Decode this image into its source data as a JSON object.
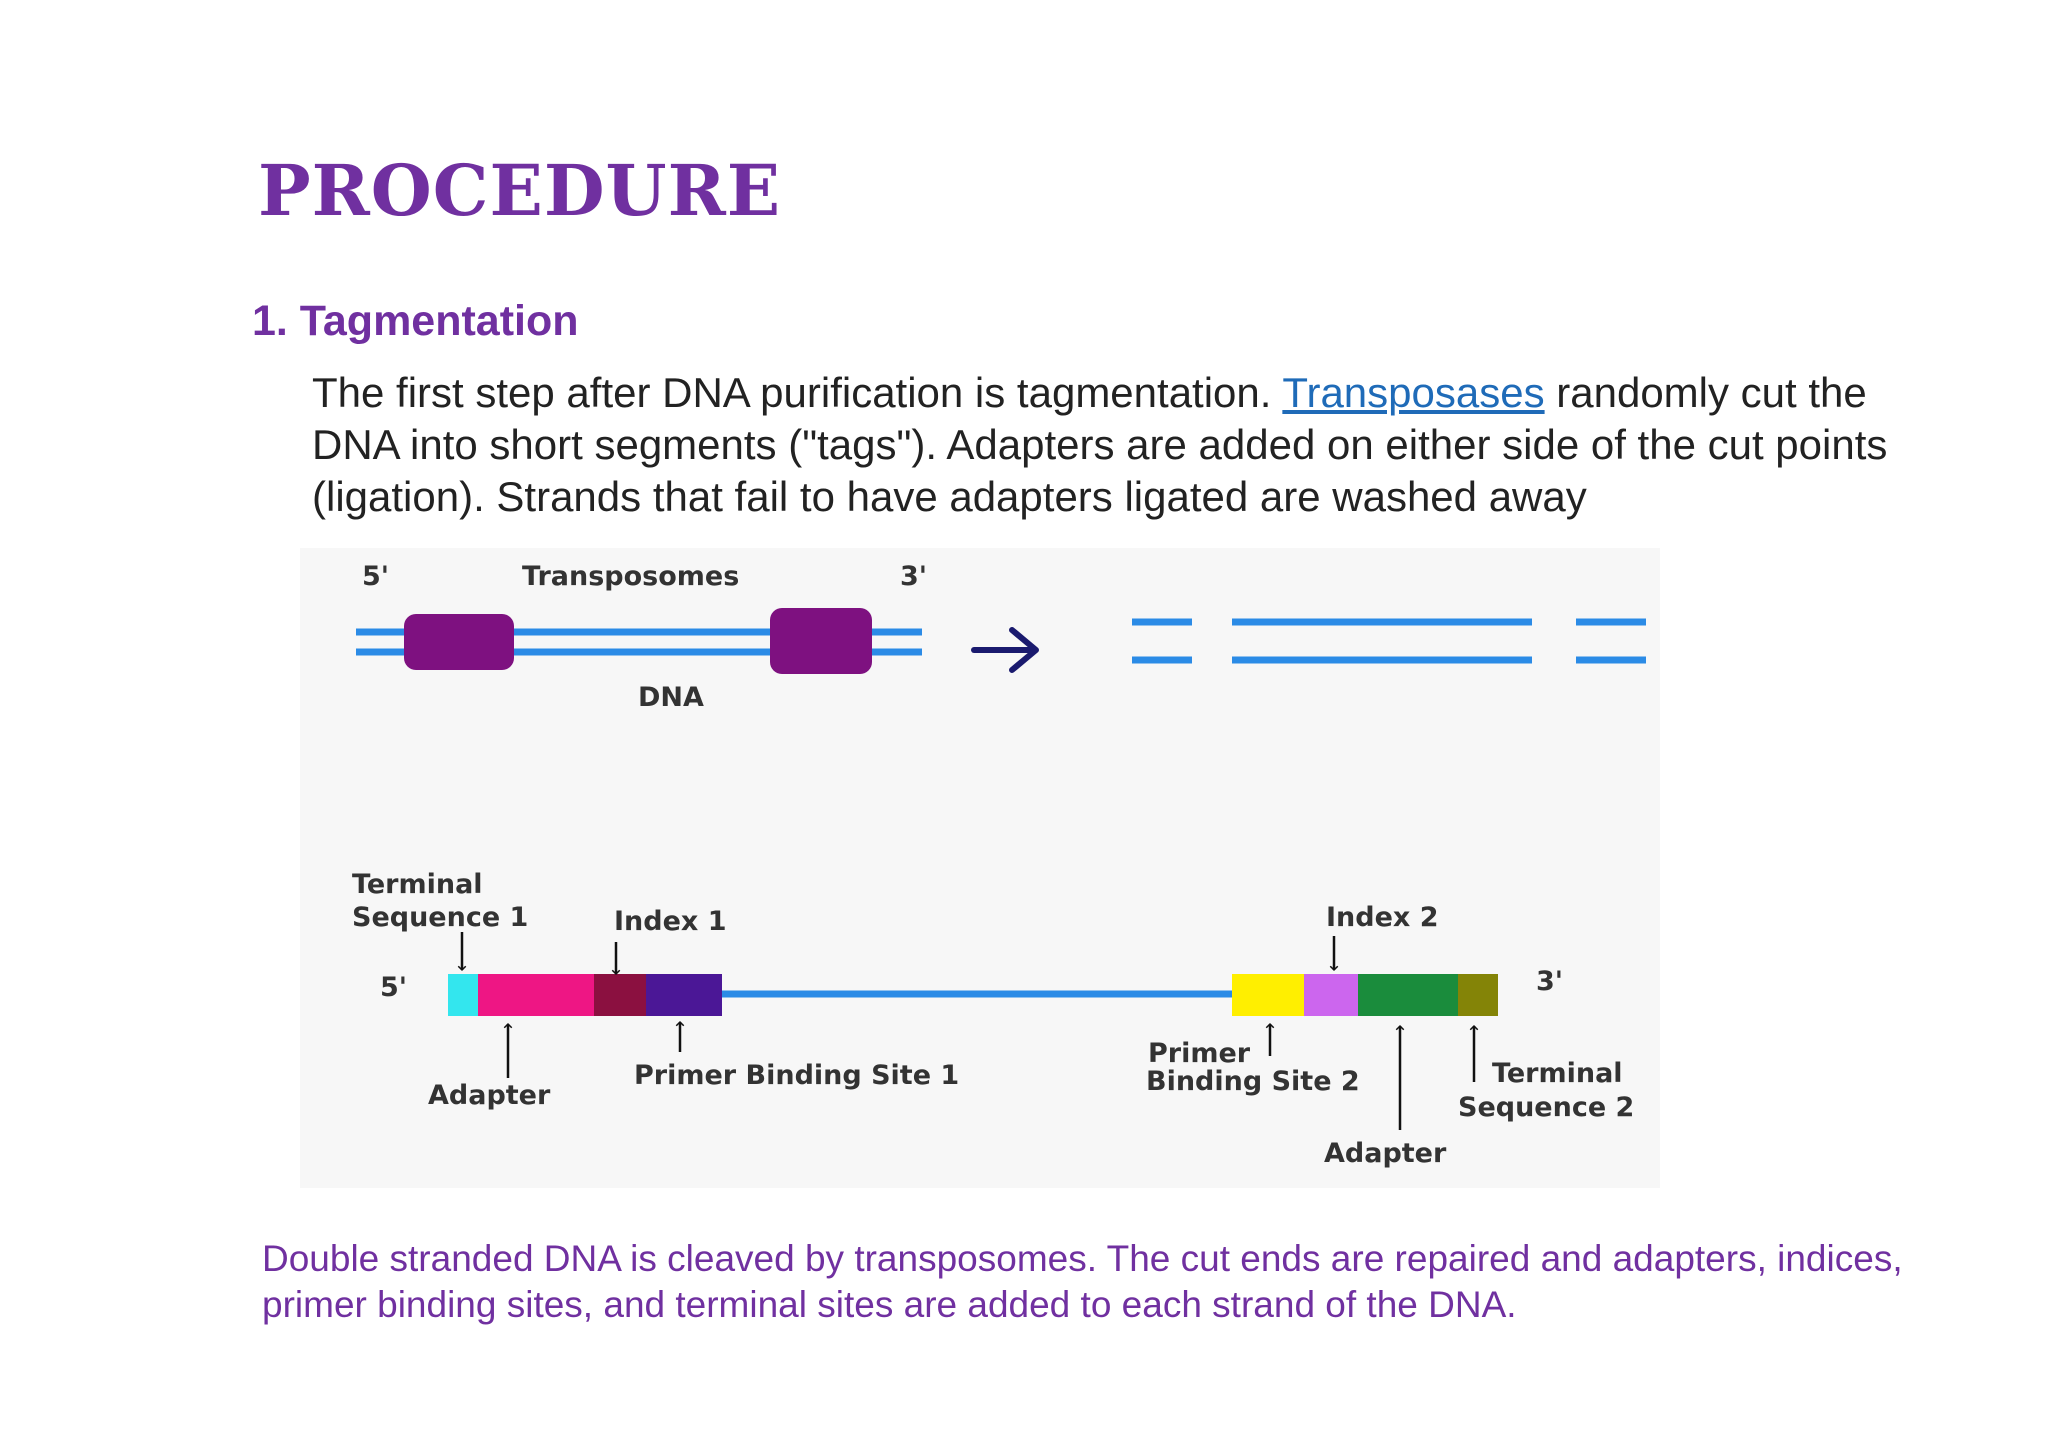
{
  "title": "PROCEDURE",
  "step": {
    "heading": "1. Tagmentation",
    "text_before_link": "The first step after DNA purification is tagmentation. ",
    "link": "Transposases",
    "text_after_link": " randomly cut the DNA into short segments (\"tags\"). Adapters are added on either side of the cut points (ligation). Strands that fail to have adapters ligated are washed away"
  },
  "diagram": {
    "top": {
      "label_5prime": "5'",
      "label_3prime": "3'",
      "label_transposomes": "Transposomes",
      "label_dna": "DNA"
    },
    "bottom": {
      "label_5prime": "5'",
      "label_3prime": "3'",
      "terminal_sequence_1": [
        "Terminal",
        "Sequence 1"
      ],
      "index_1": "Index 1",
      "adapter_left": "Adapter",
      "primer_binding_site_1": "Primer Binding Site 1",
      "index_2": "Index 2",
      "primer_binding_site_2": [
        "Primer",
        "Binding Site 2"
      ],
      "adapter_right": "Adapter",
      "terminal_sequence_2": [
        "Terminal",
        "Sequence 2"
      ]
    },
    "colors": {
      "strand": "#2b8be6",
      "transposome": "#7e1180",
      "arrow": "#1a1a6e",
      "terminal_1": "#33e6ee",
      "adapter_1": "#ee1684",
      "index_1": "#8b1040",
      "primer_site_1": "#4b1796",
      "primer_site_2": "#ffef00",
      "index_2": "#cc66ee",
      "adapter_2": "#1a8c3c",
      "terminal_2": "#848407"
    }
  },
  "caption": "Double stranded DNA is cleaved by transposomes. The cut ends are repaired and adapters, indices, primer binding sites, and terminal sites are added to each strand of the DNA."
}
